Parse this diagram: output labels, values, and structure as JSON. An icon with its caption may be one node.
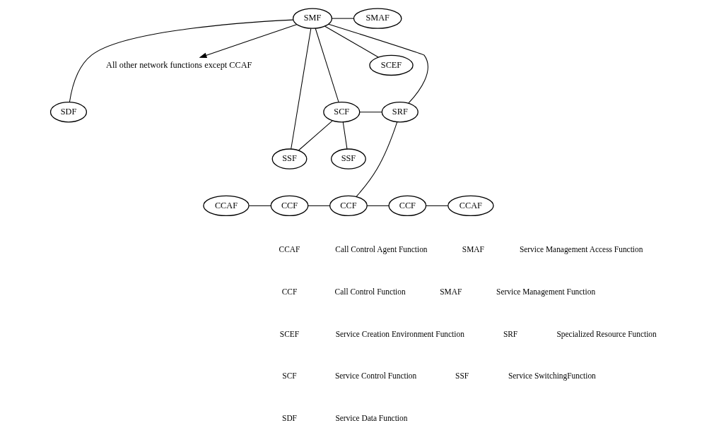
{
  "diagram": {
    "nodes": [
      {
        "text": [
          "SMF"
        ]
      },
      {
        "text": [
          "SMAF"
        ]
      },
      {
        "text": [
          "SCEF"
        ]
      },
      {
        "text": [
          "All other network functions except CCAF"
        ]
      },
      {
        "text": [
          "SDF"
        ]
      },
      {
        "text": [
          "SCF"
        ]
      },
      {
        "text": [
          "SRF"
        ]
      },
      {
        "text": [
          "SSF"
        ]
      },
      {
        "text": [
          "SSF"
        ]
      },
      {
        "text": [
          "CCAF"
        ]
      },
      {
        "text": [
          "CCF"
        ]
      },
      {
        "text": [
          "CCF"
        ]
      },
      {
        "text": [
          "CCF"
        ]
      },
      {
        "text": [
          "CCAF"
        ]
      }
    ],
    "edges": [
      {
        "from": 0,
        "to": 1,
        "arrow": "none"
      },
      {
        "from": 0,
        "to": 2,
        "arrow": "none"
      },
      {
        "from": 0,
        "to": 3,
        "arrow": "to"
      },
      {
        "from": 0,
        "to": 4,
        "arrow": "none"
      },
      {
        "from": 0,
        "to": 7,
        "arrow": "none"
      },
      {
        "from": 0,
        "to": 5,
        "arrow": "none"
      },
      {
        "from": 0,
        "to": 6,
        "arrow": "none"
      },
      {
        "from": 5,
        "to": 6,
        "arrow": "none"
      },
      {
        "from": 5,
        "to": 7,
        "arrow": "none"
      },
      {
        "from": 5,
        "to": 8,
        "arrow": "none"
      },
      {
        "from": 6,
        "to": 11,
        "arrow": "none"
      },
      {
        "from": 9,
        "to": 10,
        "arrow": "none"
      },
      {
        "from": 10,
        "to": 11,
        "arrow": "none"
      },
      {
        "from": 11,
        "to": 12,
        "arrow": "none"
      },
      {
        "from": 12,
        "to": 13,
        "arrow": "none"
      }
    ],
    "labels": [
      "CCAF",
      "Call Control Agent Function",
      "SMAF",
      "Service Management Access Function",
      "CCF",
      "Call Control Function",
      "SMAF",
      "Service Management Function",
      "SCEF",
      "Service Creation Environment Function",
      "SRF",
      "Specialized Resource Function",
      "SCF",
      "Service Control Function",
      "SSF",
      "Service SwitchingFunction",
      "SDF",
      "Service Data Function"
    ]
  }
}
